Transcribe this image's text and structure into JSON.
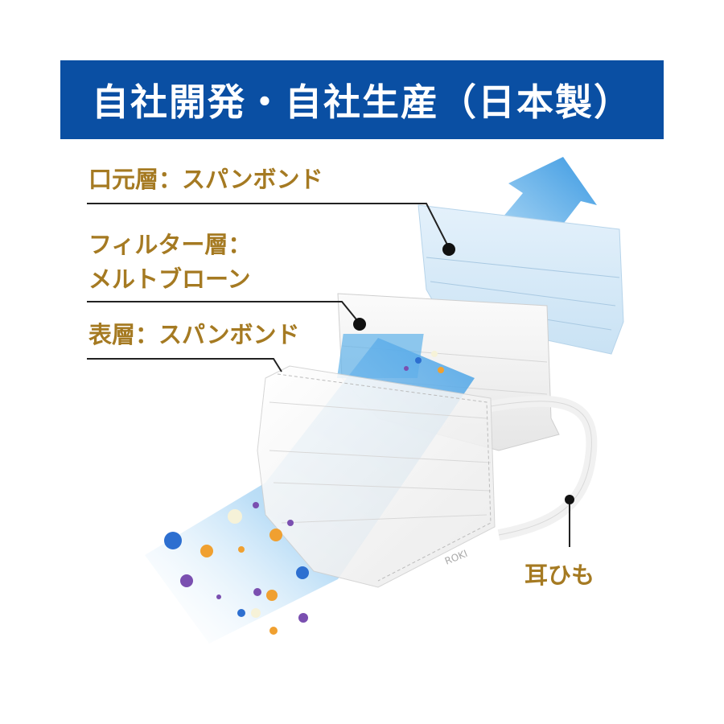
{
  "banner": {
    "title": "自社開発・自社生産（日本製）"
  },
  "labels": {
    "inner_layer": "口元層：スパンボンド",
    "filter_layer_line1": "フィルター層：",
    "filter_layer_line2": "メルトブローン",
    "outer_layer": "表層：スパンボンド",
    "ear_loop": "耳ひも"
  },
  "brand": {
    "logo_text": "ROKI"
  },
  "colors": {
    "banner": "#0a4fa3",
    "label": "#a57a22",
    "line": "#222222"
  }
}
